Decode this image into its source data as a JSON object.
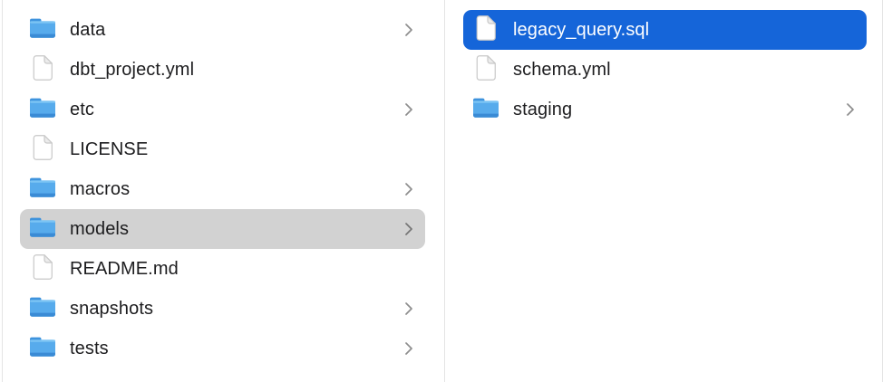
{
  "colors": {
    "background": "#ffffff",
    "selection_active": "#1565d9",
    "selection_inactive": "#d2d2d2",
    "divider": "#e4e4e4",
    "text": "#1d1d1f",
    "text_on_active": "#ffffff",
    "chevron": "#8d8d8d",
    "chevron_on_inactive": "#747474",
    "folder_body": "#57abec",
    "folder_tab": "#3e93dd",
    "folder_lip": "#7cc4f4",
    "folder_bottom": "#3a8bd5",
    "document_fill": "#ffffff",
    "document_fold": "#ececec",
    "document_stroke": "#c8c8c8"
  },
  "file_browser": {
    "columns": [
      {
        "id": "parent-column",
        "items": [
          {
            "label": "data",
            "type": "folder",
            "has_chevron": true,
            "selection": "none"
          },
          {
            "label": "dbt_project.yml",
            "type": "file",
            "has_chevron": false,
            "selection": "none"
          },
          {
            "label": "etc",
            "type": "folder",
            "has_chevron": true,
            "selection": "none"
          },
          {
            "label": "LICENSE",
            "type": "file",
            "has_chevron": false,
            "selection": "none"
          },
          {
            "label": "macros",
            "type": "folder",
            "has_chevron": true,
            "selection": "none"
          },
          {
            "label": "models",
            "type": "folder",
            "has_chevron": true,
            "selection": "inactive"
          },
          {
            "label": "README.md",
            "type": "file",
            "has_chevron": false,
            "selection": "none"
          },
          {
            "label": "snapshots",
            "type": "folder",
            "has_chevron": true,
            "selection": "none"
          },
          {
            "label": "tests",
            "type": "folder",
            "has_chevron": true,
            "selection": "none"
          }
        ]
      },
      {
        "id": "child-column",
        "items": [
          {
            "label": "legacy_query.sql",
            "type": "file",
            "has_chevron": false,
            "selection": "active"
          },
          {
            "label": "schema.yml",
            "type": "file",
            "has_chevron": false,
            "selection": "none"
          },
          {
            "label": "staging",
            "type": "folder",
            "has_chevron": true,
            "selection": "none"
          }
        ]
      }
    ]
  }
}
